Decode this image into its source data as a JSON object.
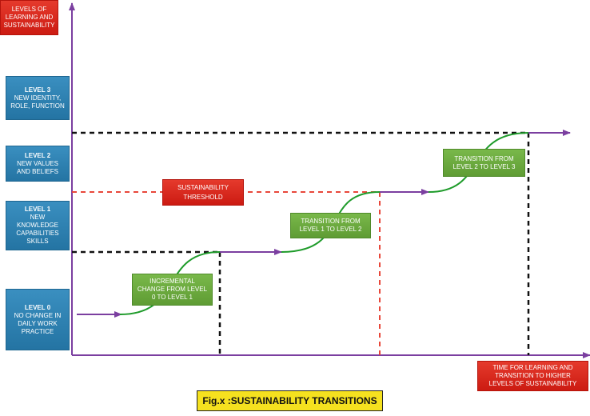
{
  "y_axis_label": "LEVELS OF LEARNING AND SUSTAINABILITY",
  "x_axis_label": "TIME FOR LEARNING AND TRANSITION TO HIGHER LEVELS OF SUSTAINABILITY",
  "levels": [
    {
      "title": "LEVEL 3",
      "desc": "NEW IDENTITY, ROLE, FUNCTION"
    },
    {
      "title": "LEVEL 2",
      "desc": "NEW VALUES AND BELIEFS"
    },
    {
      "title": "LEVEL 1",
      "desc": "NEW KNOWLEDGE CAPABILITIES SKILLS"
    },
    {
      "title": "LEVEL 0",
      "desc": "NO CHANGE IN DAILY WORK PRACTICE"
    }
  ],
  "threshold_label": "SUSTAINABILITY THRESHOLD",
  "transitions": [
    "INCREMENTAL CHANGE FROM LEVEL 0 TO LEVEL 1",
    "TRANSITION FROM LEVEL 1 TO LEVEL 2",
    "TRANSITION FROM LEVEL 2 TO LEVEL 3"
  ],
  "caption": "Fig.x :SUSTAINABILITY TRANSITIONS",
  "colors": {
    "axis": "#7b3fa0",
    "curve": "#1e9b2a",
    "threshold": "#e8473a",
    "dashed": "#111111",
    "red_box": "#d9241a",
    "blue_box": "#2c7fb0",
    "green_box": "#6aaa3c",
    "caption_bg": "#f5e11f"
  }
}
